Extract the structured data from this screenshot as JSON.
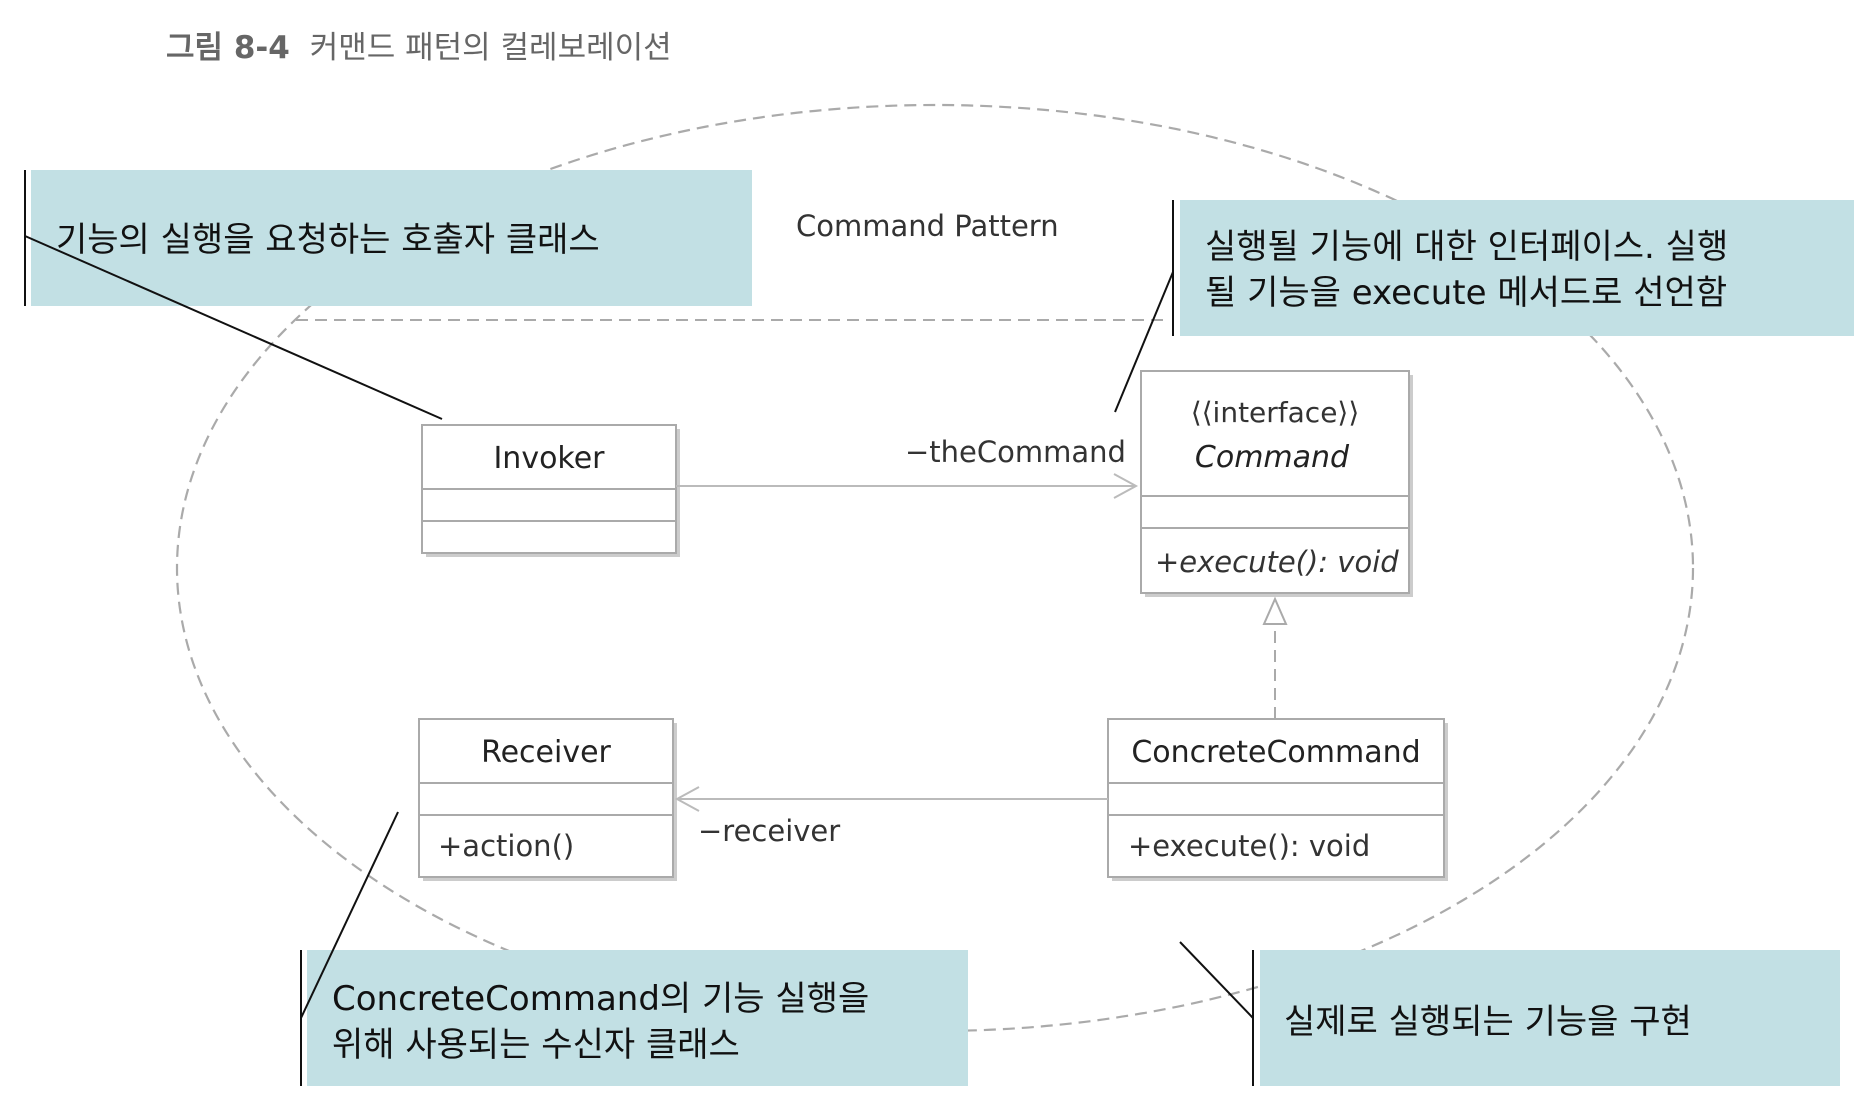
{
  "figure": {
    "label": "그림 8-4",
    "caption": "커맨드 패턴의 컬레보레이션"
  },
  "pattern_title": "Command Pattern",
  "classes": {
    "invoker": {
      "name": "Invoker"
    },
    "command": {
      "stereotype": "⟨⟨interface⟩⟩",
      "name": "Command",
      "operation": "+execute(): void"
    },
    "receiver": {
      "name": "Receiver",
      "operation": "+action()"
    },
    "concrete_command": {
      "name": "ConcreteCommand",
      "operation": "+execute(): void"
    }
  },
  "associations": {
    "the_command": "−theCommand",
    "receiver": "−receiver"
  },
  "notes": {
    "invoker": [
      "기능의 실행을 요청하는 호출자 클래스"
    ],
    "command": [
      "실행될 기능에 대한 인터페이스. 실행",
      "될 기능을 execute 메서드로 선언함"
    ],
    "receiver": [
      "ConcreteCommand의 기능 실행을",
      "위해 사용되는 수신자 클래스"
    ],
    "concrete_command": [
      "실제로 실행되는 기능을 구현"
    ]
  },
  "colors": {
    "note_fill": "#c2e0e4",
    "class_border": "#aaaaaa",
    "dashed": "#aaaaaa",
    "connector": "#bbbbbb",
    "leader": "#111111"
  }
}
